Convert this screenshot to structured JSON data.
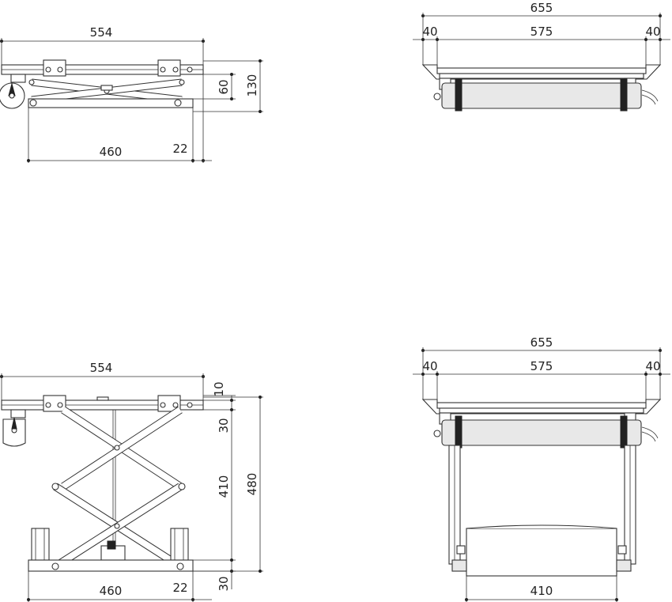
{
  "views": {
    "side_retracted": {
      "dims": {
        "top_width": "554",
        "bottom_width": "460",
        "offset": "22",
        "inner_height": "60",
        "total_height": "130"
      }
    },
    "front_retracted": {
      "dims": {
        "total_width": "655",
        "left_margin": "40",
        "inner_width": "575",
        "right_margin": "40"
      }
    },
    "side_extended": {
      "dims": {
        "top_width": "554",
        "bottom_width": "460",
        "offset": "22",
        "top_plate": "10",
        "top_gap": "30",
        "stroke": "410",
        "bottom_gap": "30",
        "total_height": "480"
      }
    },
    "front_extended": {
      "dims": {
        "total_width": "655",
        "left_margin": "40",
        "inner_width": "575",
        "right_margin": "40",
        "base_width": "410"
      }
    }
  },
  "colors": {
    "line": "#333333",
    "fill_light": "#e8e8e8",
    "dark": "#222222"
  }
}
